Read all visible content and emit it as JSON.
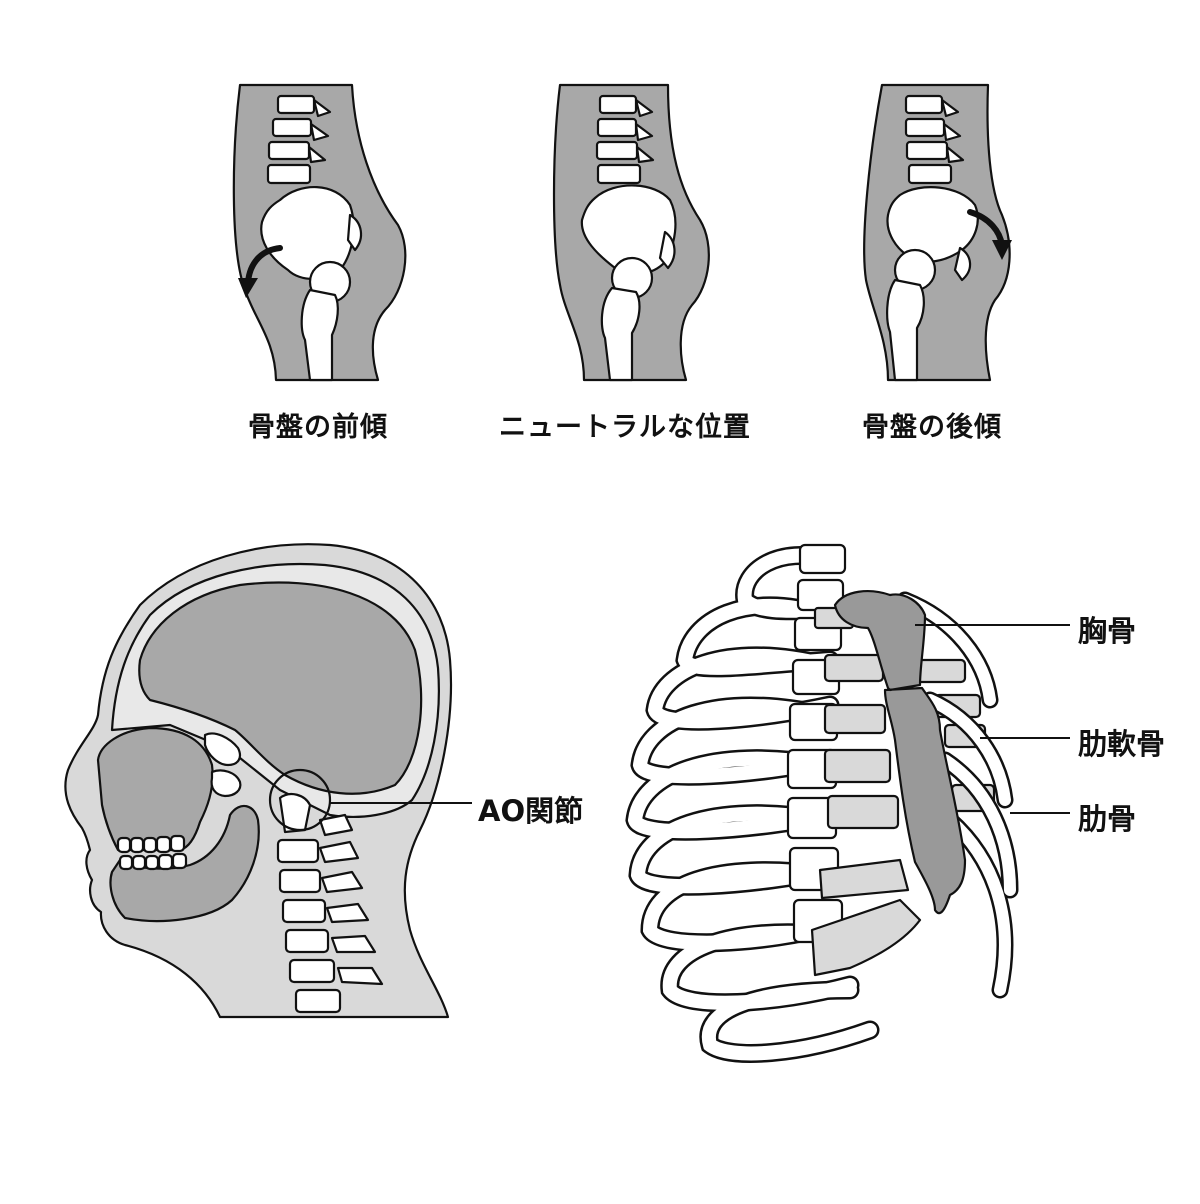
{
  "pelvis_panels": [
    {
      "caption": "骨盤の前傾"
    },
    {
      "caption": "ニュートラルな位置"
    },
    {
      "caption": "骨盤の後傾"
    }
  ],
  "head": {
    "label": "AO関節"
  },
  "ribcage": {
    "labels": {
      "sternum": "胸骨",
      "cartilage": "肋軟骨",
      "rib": "肋骨"
    }
  },
  "colors": {
    "tissue": "#a8a8a8",
    "skin": "#d9d9d9",
    "bone": "#ffffff",
    "dark": "#9a9a9a",
    "outline": "#111111"
  }
}
